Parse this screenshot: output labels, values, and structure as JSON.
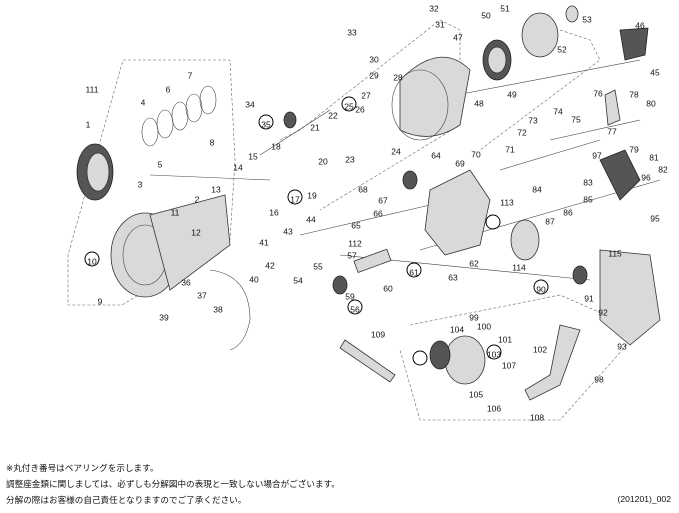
{
  "diagram": {
    "title": "Spinning reel exploded parts diagram",
    "labels": [
      "1",
      "2",
      "3",
      "4",
      "5",
      "6",
      "7",
      "8",
      "9",
      "10",
      "11",
      "12",
      "13",
      "14",
      "15",
      "16",
      "17",
      "18",
      "19",
      "20",
      "21",
      "22",
      "23",
      "24",
      "25",
      "26",
      "27",
      "28",
      "29",
      "30",
      "31",
      "32",
      "33",
      "34",
      "35",
      "36",
      "37",
      "38",
      "39",
      "40",
      "41",
      "42",
      "43",
      "44",
      "45",
      "46",
      "47",
      "48",
      "49",
      "50",
      "51",
      "52",
      "53",
      "54",
      "55",
      "56",
      "57",
      "59",
      "60",
      "61",
      "62",
      "63",
      "64",
      "65",
      "66",
      "67",
      "68",
      "69",
      "70",
      "71",
      "72",
      "73",
      "74",
      "75",
      "76",
      "77",
      "78",
      "79",
      "80",
      "81",
      "82",
      "83",
      "84",
      "85",
      "86",
      "87",
      "90",
      "91",
      "92",
      "93",
      "95",
      "96",
      "97",
      "98",
      "99",
      "100",
      "101",
      "102",
      "103",
      "104",
      "105",
      "106",
      "107",
      "108",
      "109",
      "111",
      "112",
      "113",
      "114",
      "115"
    ],
    "bearing_marked": [
      "10",
      "17",
      "25",
      "35",
      "56",
      "61",
      "90",
      "103"
    ]
  },
  "notes": {
    "line1": "※丸付き番号はベアリングを示します。",
    "line2": "調整座金類に関しましては、必ずしも分解図中の表現と一致しない場合がございます。",
    "line3": "分解の際はお客様の自己責任となりますのでご了承ください。"
  },
  "code": "(201201)_002"
}
